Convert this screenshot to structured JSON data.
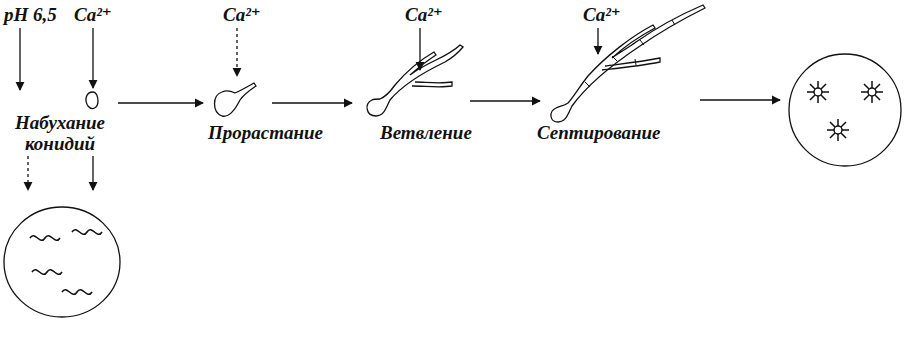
{
  "diagram": {
    "labels": [
      "pH 6,5",
      "Ca²⁺",
      "Ca²⁺",
      "Ca²⁺",
      "Ca²⁺",
      "Набухание конидий",
      "Прорастание",
      "Ветвление",
      "Септирование"
    ]
  }
}
